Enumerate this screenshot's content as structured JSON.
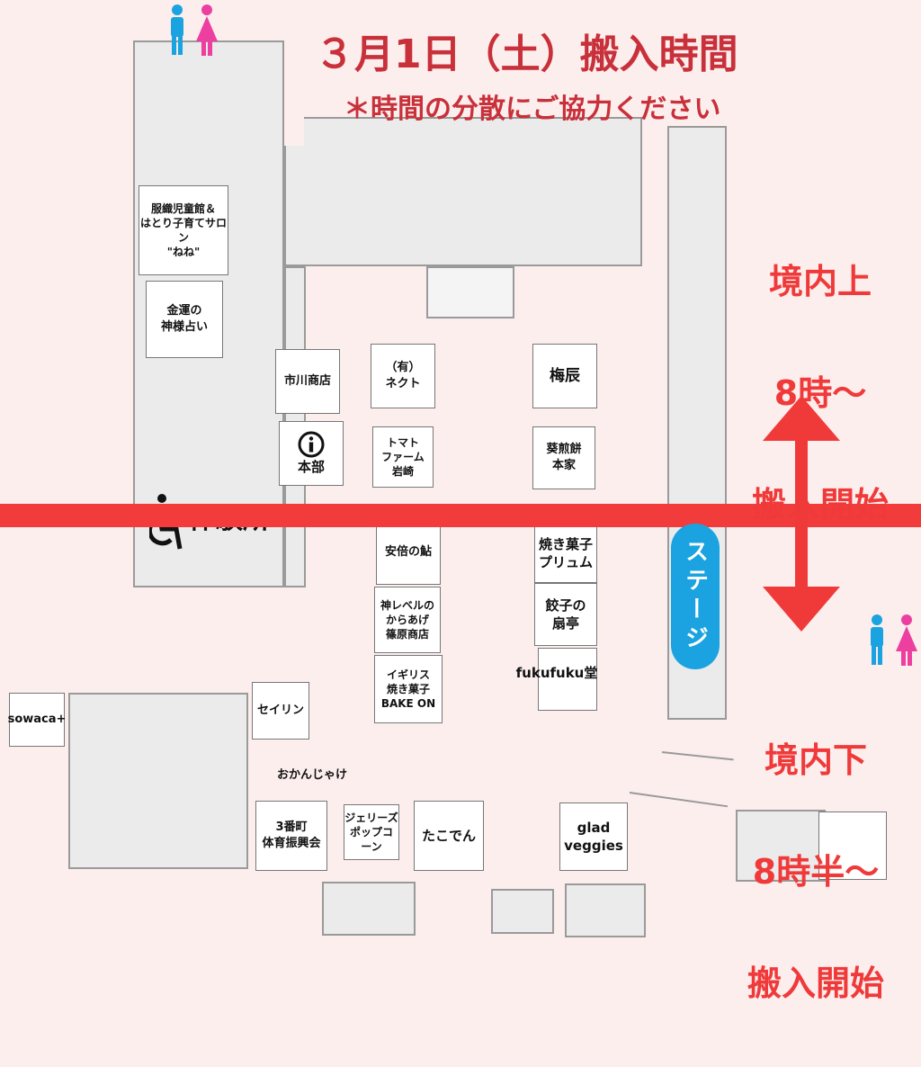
{
  "title": "３月1日（土）搬入時間",
  "subtitle": "＊時間の分散にご協力ください",
  "zones": {
    "upper": {
      "name": "境内上",
      "time": "8時～",
      "note": "搬入開始"
    },
    "lower": {
      "name": "境内下",
      "time": "8時半～",
      "note": "搬入開始"
    }
  },
  "stage_label": "ステージ",
  "experience_label": "体験所",
  "hq": {
    "label": "本部",
    "icon": "info-icon"
  },
  "stalls": {
    "childrens_hall": "服織児童館＆\nはとり子育てサロン\n\"ねね\"",
    "fortune": "金運の\n神様占い",
    "ichikawa": "市川商店",
    "nekuto": "（有）\nネクト",
    "umetatsu": "梅辰",
    "tomato": "トマト\nファーム\n岩崎",
    "aoi": "葵煎餅\n本家",
    "abe_ayu": "安倍の鮎",
    "plume": "焼き菓子\nプリュム",
    "karaage": "神レベルの\nからあげ\n篠原商店",
    "gyoza": "餃子の\n扇亭",
    "bakeon": "イギリス\n焼き菓子\nBAKE ON",
    "fukufuku": "fukufuku堂",
    "sowaca": "sowaca+",
    "seirin": "セイリン",
    "okanjake": "おかんじゃけ",
    "sanbancho": "3番町\n体育振興会",
    "popcorn": "ジェリーズ\nポップコーン",
    "takoden": "たこでん",
    "glad": "glad\nveggies"
  },
  "colors": {
    "red": "#f03a3a",
    "title_red": "#c8303a",
    "stage_blue": "#1aa3e0",
    "male": "#1aa3e0",
    "female": "#ec3fa0"
  },
  "icons": [
    "restroom-icon",
    "wheelchair-icon",
    "info-icon",
    "double-arrow-icon"
  ]
}
